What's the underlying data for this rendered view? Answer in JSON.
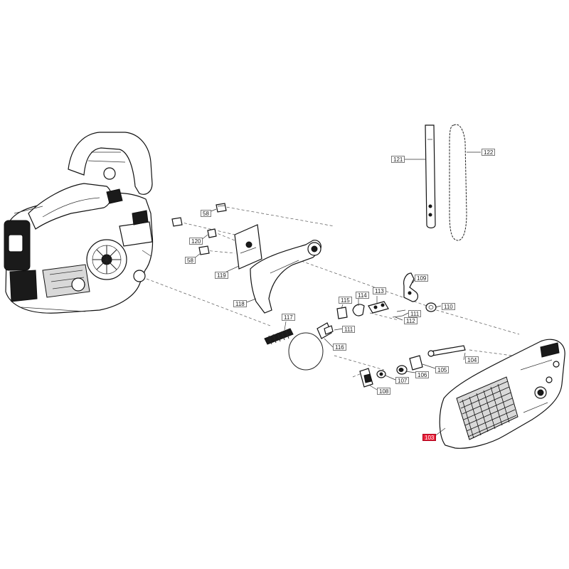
{
  "diagram": {
    "labels": [
      {
        "id": "58a",
        "text": "58"
      },
      {
        "id": "120",
        "text": "120"
      },
      {
        "id": "58b",
        "text": "58"
      },
      {
        "id": "119",
        "text": "119"
      },
      {
        "id": "118",
        "text": "118"
      },
      {
        "id": "117",
        "text": "117"
      },
      {
        "id": "116",
        "text": "116"
      },
      {
        "id": "115",
        "text": "115"
      },
      {
        "id": "114",
        "text": "114"
      },
      {
        "id": "113",
        "text": "113"
      },
      {
        "id": "111a",
        "text": "111"
      },
      {
        "id": "111b",
        "text": "111"
      },
      {
        "id": "112",
        "text": "112"
      },
      {
        "id": "109",
        "text": "109"
      },
      {
        "id": "110",
        "text": "110"
      },
      {
        "id": "121",
        "text": "121"
      },
      {
        "id": "122",
        "text": "122"
      },
      {
        "id": "104",
        "text": "104"
      },
      {
        "id": "105",
        "text": "105"
      },
      {
        "id": "106",
        "text": "106"
      },
      {
        "id": "107",
        "text": "107"
      },
      {
        "id": "108",
        "text": "108"
      },
      {
        "id": "103",
        "text": "103",
        "highlighted": true
      }
    ]
  }
}
